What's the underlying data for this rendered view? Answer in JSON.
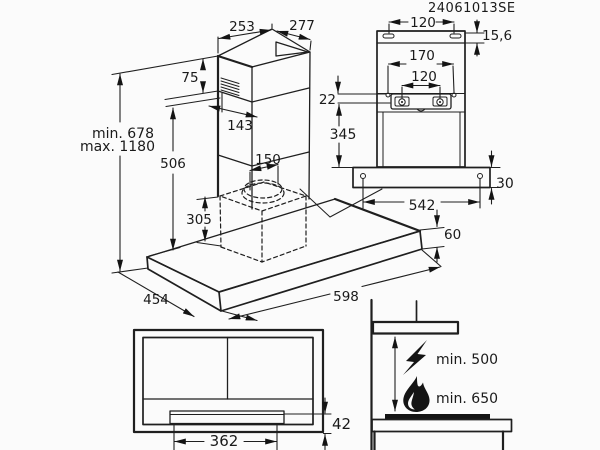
{
  "drawing_number": "24061013SE",
  "isometric_view": {
    "chimney_top_width": "253",
    "chimney_top_depth": "277",
    "upper_section_height": "75",
    "chimney_front_width": "143",
    "duct_diameter": "150",
    "chimney_height": "506",
    "motor_box_height": "305",
    "total_height_min": "min. 678",
    "total_height_max": "max. 1180",
    "body_depth": "454",
    "body_width": "598",
    "body_height": "60"
  },
  "bracket_view": {
    "top_slot_spacing": "120",
    "top_strip_height": "15,6",
    "hole_spacing": "170",
    "rail_screw_spacing": "120",
    "hole_to_rail_offset": "22",
    "rail_to_bar_height": "345",
    "bar_height": "30",
    "bar_screw_spacing": "542"
  },
  "bottom_view": {
    "front_panel_width": "362",
    "front_panel_height": "42"
  },
  "clearance_view": {
    "electric_hob_clearance": "min. 500",
    "gas_hob_clearance": "min. 650"
  }
}
